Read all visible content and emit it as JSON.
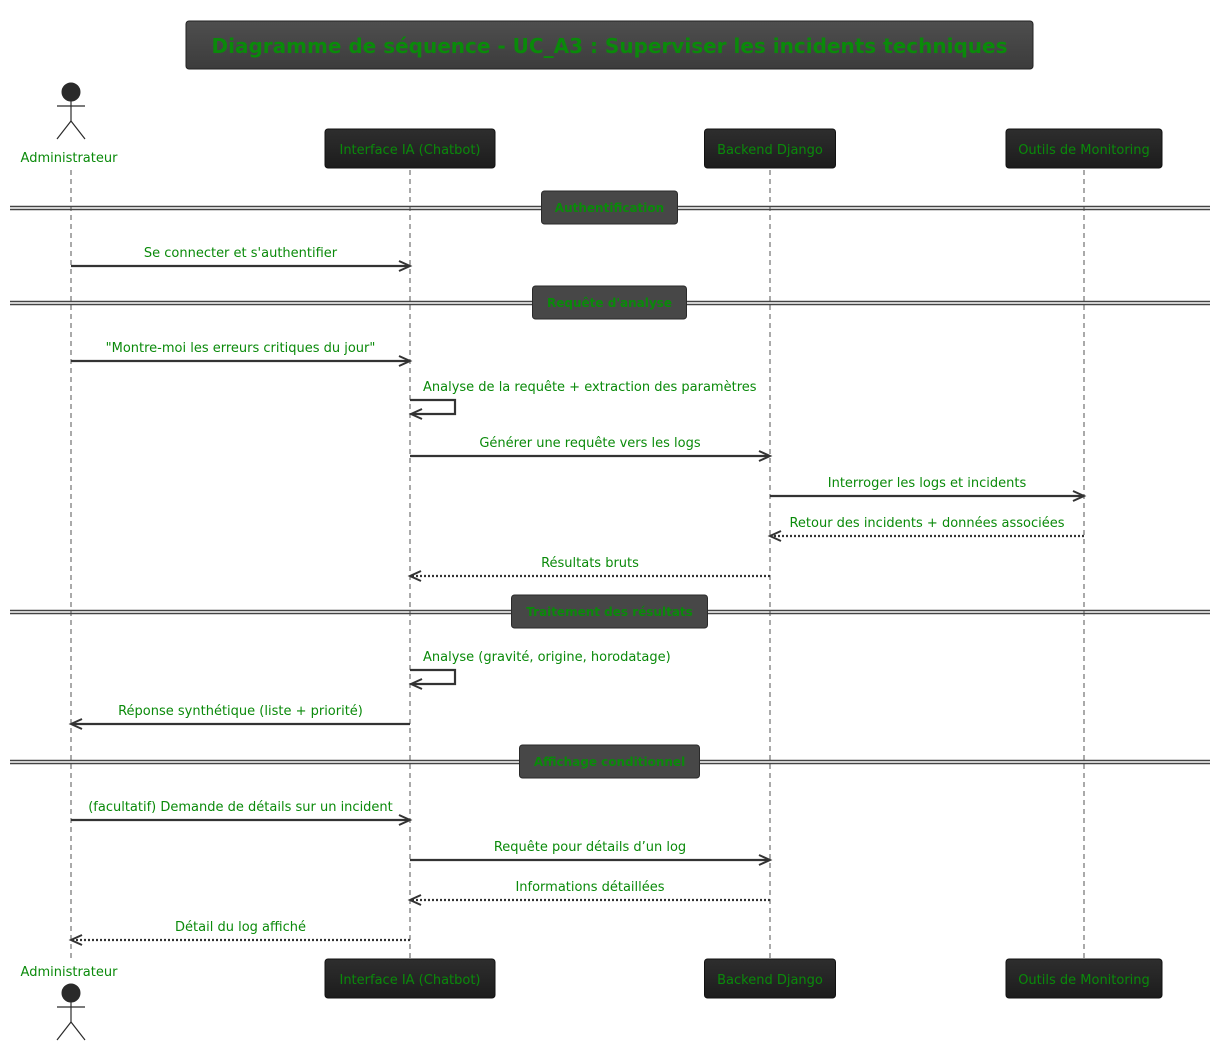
{
  "title": "Diagramme de séquence - UC_A3 : Superviser les incidents techniques",
  "colors": {
    "text": "#0a8a0a",
    "box_fill": "#262626",
    "title_fill": "#474747",
    "divider_fill": "#474747",
    "line": "#333333"
  },
  "participants": [
    {
      "id": "admin",
      "label": "Administrateur",
      "kind": "actor"
    },
    {
      "id": "chatbot",
      "label": "Interface IA (Chatbot)",
      "kind": "participant"
    },
    {
      "id": "backend",
      "label": "Backend Django",
      "kind": "participant"
    },
    {
      "id": "monitor",
      "label": "Outils de Monitoring",
      "kind": "participant"
    }
  ],
  "steps": [
    {
      "type": "divider",
      "label": "Authentification"
    },
    {
      "type": "message",
      "from": "admin",
      "to": "chatbot",
      "label": "Se connecter et s'authentifier",
      "style": "solid"
    },
    {
      "type": "divider",
      "label": "Requête d'analyse"
    },
    {
      "type": "message",
      "from": "admin",
      "to": "chatbot",
      "label": "\"Montre-moi les erreurs critiques du jour\"",
      "style": "solid"
    },
    {
      "type": "self",
      "from": "chatbot",
      "label": "Analyse de la requête + extraction des paramètres"
    },
    {
      "type": "message",
      "from": "chatbot",
      "to": "backend",
      "label": "Générer une requête vers les logs",
      "style": "solid"
    },
    {
      "type": "message",
      "from": "backend",
      "to": "monitor",
      "label": "Interroger les logs et incidents",
      "style": "solid"
    },
    {
      "type": "message",
      "from": "monitor",
      "to": "backend",
      "label": "Retour des incidents + données associées",
      "style": "dotted"
    },
    {
      "type": "message",
      "from": "backend",
      "to": "chatbot",
      "label": "Résultats bruts",
      "style": "dotted"
    },
    {
      "type": "divider",
      "label": "Traitement des résultats"
    },
    {
      "type": "self",
      "from": "chatbot",
      "label": "Analyse (gravité, origine, horodatage)"
    },
    {
      "type": "message",
      "from": "chatbot",
      "to": "admin",
      "label": "Réponse synthétique (liste + priorité)",
      "style": "solid"
    },
    {
      "type": "divider",
      "label": "Affichage conditionnel"
    },
    {
      "type": "message",
      "from": "admin",
      "to": "chatbot",
      "label": "(facultatif) Demande de détails sur un incident",
      "style": "solid"
    },
    {
      "type": "message",
      "from": "chatbot",
      "to": "backend",
      "label": "Requête pour détails d’un log",
      "style": "solid"
    },
    {
      "type": "message",
      "from": "backend",
      "to": "chatbot",
      "label": "Informations détaillées",
      "style": "dotted"
    },
    {
      "type": "message",
      "from": "chatbot",
      "to": "admin",
      "label": "Détail du log affiché",
      "style": "dotted"
    }
  ]
}
